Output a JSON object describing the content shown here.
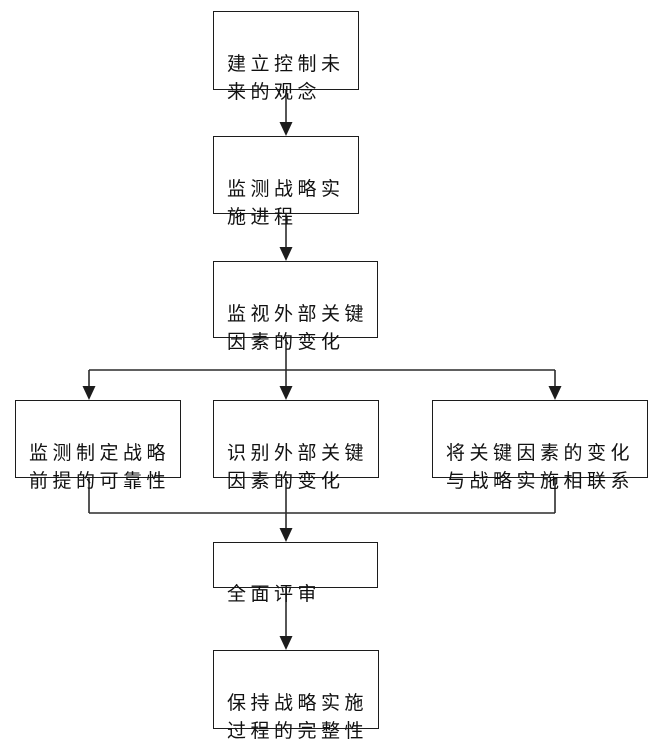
{
  "diagram": {
    "type": "flowchart",
    "background_color": "#ffffff",
    "line_color": "#2b2b2b",
    "box_style": {
      "fill": "#ffffff",
      "border_color": "#1c1c1c",
      "text_color": "#111111"
    },
    "nodes": [
      {
        "id": "establish-concept",
        "label": "建立控制未\n来的观念"
      },
      {
        "id": "monitor-strategy-progress",
        "label": "监测战略实\n施进程"
      },
      {
        "id": "watch-external-key-factors",
        "label": "监视外部关键\n因素的变化"
      },
      {
        "id": "monitor-premise-reliability",
        "label": "监测制定战略\n前提的可靠性"
      },
      {
        "id": "identify-external-factor-changes",
        "label": "识别外部关键\n因素的变化"
      },
      {
        "id": "link-factor-changes-to-implementation",
        "label": "将关键因素的变化\n与战略实施相联系"
      },
      {
        "id": "comprehensive-review",
        "label": "全面评审"
      },
      {
        "id": "maintain-process-integrity",
        "label": "保持战略实施\n过程的完整性"
      }
    ],
    "edges": [
      {
        "from": "establish-concept",
        "to": "monitor-strategy-progress"
      },
      {
        "from": "monitor-strategy-progress",
        "to": "watch-external-key-factors"
      },
      {
        "from": "watch-external-key-factors",
        "to": "monitor-premise-reliability"
      },
      {
        "from": "watch-external-key-factors",
        "to": "identify-external-factor-changes"
      },
      {
        "from": "watch-external-key-factors",
        "to": "link-factor-changes-to-implementation"
      },
      {
        "from": "monitor-premise-reliability",
        "to": "comprehensive-review"
      },
      {
        "from": "identify-external-factor-changes",
        "to": "comprehensive-review"
      },
      {
        "from": "link-factor-changes-to-implementation",
        "to": "comprehensive-review"
      },
      {
        "from": "comprehensive-review",
        "to": "maintain-process-integrity"
      }
    ]
  }
}
